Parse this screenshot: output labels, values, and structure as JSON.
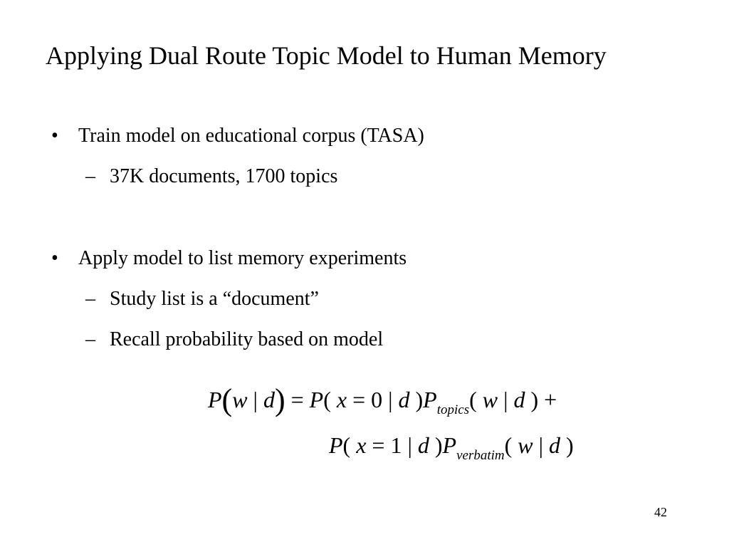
{
  "slide": {
    "title": "Applying Dual Route Topic Model to Human Memory",
    "bullets": [
      {
        "marker": "•",
        "text": "Train model on educational corpus (TASA)",
        "sub": [
          {
            "marker": "–",
            "text": "37K documents, 1700 topics"
          }
        ]
      },
      {
        "marker": "•",
        "text": "Apply model to list memory experiments",
        "sub": [
          {
            "marker": "–",
            "text": "Study list is a “document”"
          },
          {
            "marker": "–",
            "text": "Recall probability based on model"
          }
        ]
      }
    ],
    "equation": {
      "subscript_topics": "topics",
      "subscript_verbatim": "verbatim"
    },
    "page_number": "42"
  }
}
